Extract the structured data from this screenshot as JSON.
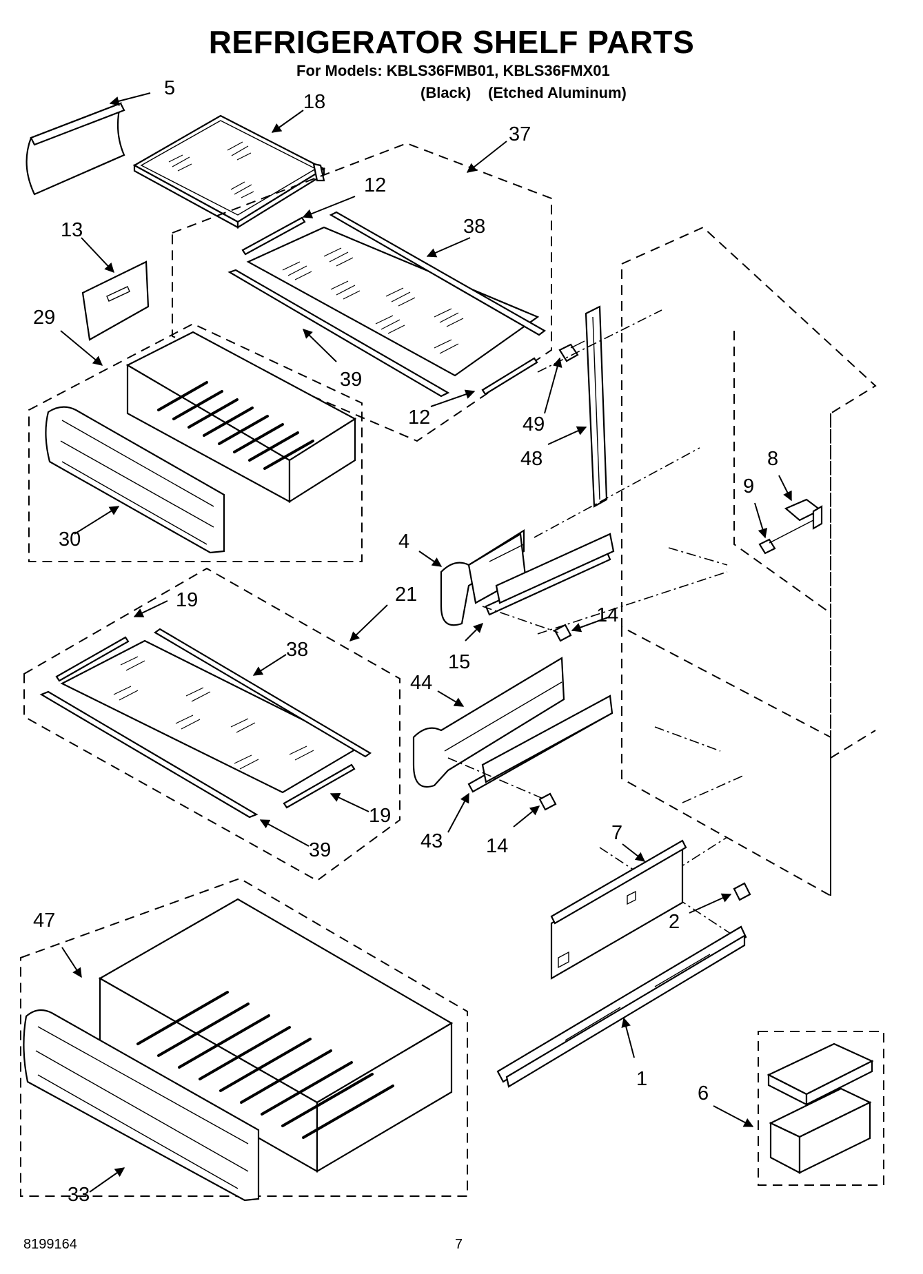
{
  "header": {
    "title": "REFRIGERATOR SHELF PARTS",
    "models_line": "For Models: KBLS36FMB01, KBLS36FMX01",
    "variant_black": "(Black)",
    "variant_aluminum": "(Etched Aluminum)"
  },
  "callouts": {
    "c5": "5",
    "c18": "18",
    "c37": "37",
    "c12a": "12",
    "c38a": "38",
    "c13": "13",
    "c29": "29",
    "c39a": "39",
    "c12b": "12",
    "c49": "49",
    "c48": "48",
    "c8": "8",
    "c9": "9",
    "c30": "30",
    "c4": "4",
    "c19a": "19",
    "c21": "21",
    "c14a": "14",
    "c38b": "38",
    "c15": "15",
    "c44": "44",
    "c19b": "19",
    "c39b": "39",
    "c43": "43",
    "c14b": "14",
    "c7": "7",
    "c47": "47",
    "c2": "2",
    "c1": "1",
    "c6": "6",
    "c33": "33"
  },
  "footer": {
    "doc_number": "8199164",
    "page_number": "7"
  }
}
